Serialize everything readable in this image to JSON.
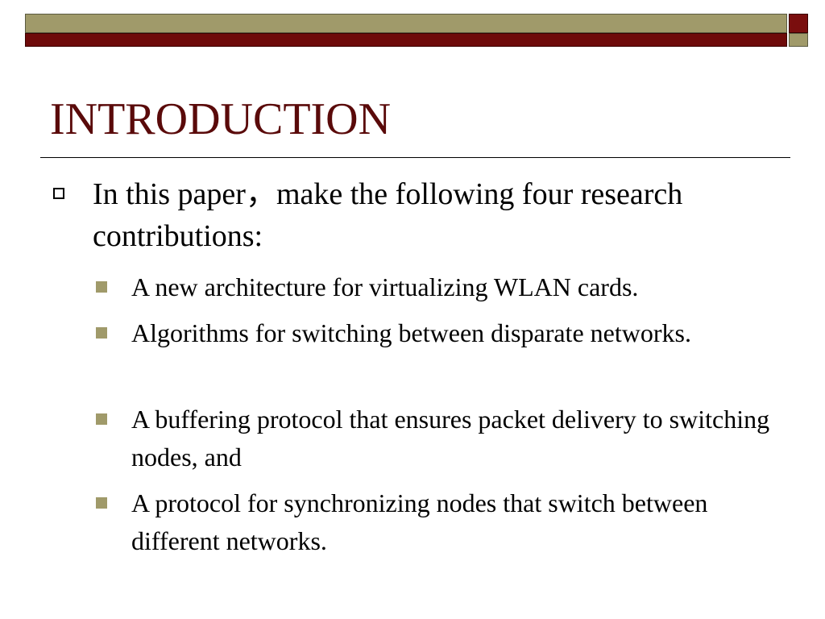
{
  "slide": {
    "title": "INTRODUCTION",
    "main_point": "In this paper，make the following four research contributions:",
    "contributions": [
      "A new architecture for virtualizing WLAN cards.",
      "Algorithms for switching between disparate networks.",
      "A buffering protocol that ensures packet delivery to switching nodes, and",
      "A protocol for synchronizing nodes that switch between different networks."
    ]
  },
  "colors": {
    "title": "#5a0a0a",
    "band_olive": "#a09a6a",
    "band_red": "#6e0a0a"
  },
  "icons": {
    "level1_bullet": "hollow-square-icon",
    "level2_bullet": "filled-square-icon"
  }
}
